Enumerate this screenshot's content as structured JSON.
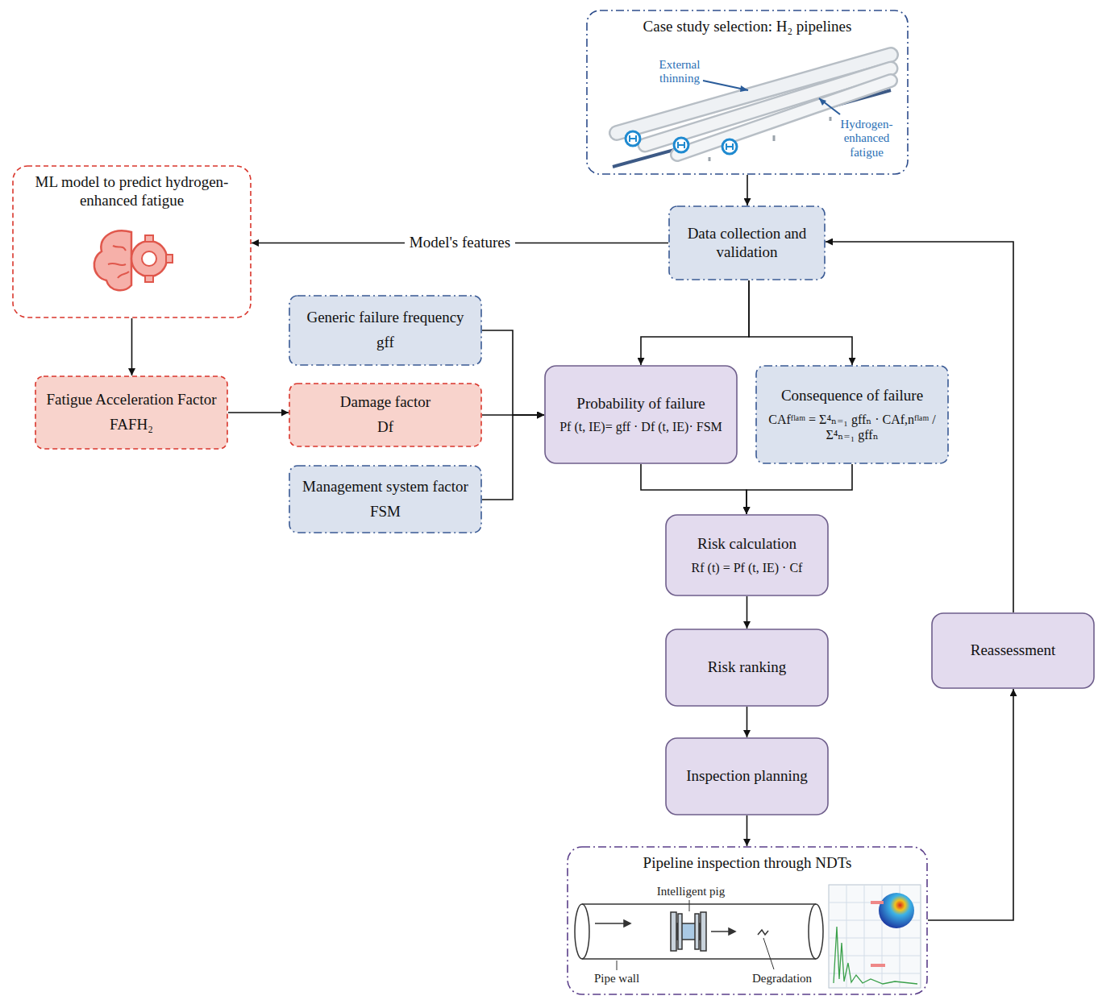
{
  "diagram": {
    "nodes": [
      {
        "text": [
          "Case study selection: H₂ pipelines"
        ]
      },
      {
        "text": [
          "ML model to predict hydrogen-enhanced fatigue"
        ]
      },
      {
        "text": [
          "Data collection and validation"
        ]
      },
      {
        "text": [
          "Generic failure frequency",
          "gff"
        ]
      },
      {
        "text": [
          "Fatigue Acceleration Factor",
          "FAFH₂"
        ]
      },
      {
        "text": [
          "Damage factor",
          "Df"
        ]
      },
      {
        "text": [
          "Probability of failure",
          "Pf (t, IE)= gff · Df (t, IE)· FSM"
        ]
      },
      {
        "text": [
          "Consequence of failure",
          "CAfᶠˡᵃᵐ = Σ⁴ₙ₌₁ gffₙ · CAf,nᶠˡᵃᵐ / Σ⁴ₙ₌₁ gffₙ"
        ]
      },
      {
        "text": [
          "Management system factor",
          "FSM"
        ]
      },
      {
        "text": [
          "Risk calculation",
          "Rf (t) = Pf (t, IE) · Cf"
        ]
      },
      {
        "text": [
          "Risk ranking"
        ]
      },
      {
        "text": [
          "Inspection planning"
        ]
      },
      {
        "text": [
          "Reassessment"
        ]
      },
      {
        "text": [
          "Pipeline inspection through NDTs"
        ]
      }
    ],
    "edges": [
      {
        "from": 0,
        "to": 2,
        "arrow": "to"
      },
      {
        "from": 2,
        "to": 1,
        "label": "Model's features",
        "arrow": "to"
      },
      {
        "from": 1,
        "to": 4,
        "arrow": "to"
      },
      {
        "from": 4,
        "to": 5,
        "arrow": "to"
      },
      {
        "from": 3,
        "to": 6,
        "arrow": "to"
      },
      {
        "from": 5,
        "to": 6,
        "arrow": "to"
      },
      {
        "from": 8,
        "to": 6,
        "arrow": "to"
      },
      {
        "from": 2,
        "to": 6,
        "arrow": "to"
      },
      {
        "from": 2,
        "to": 7,
        "arrow": "to"
      },
      {
        "from": 6,
        "to": 9,
        "arrow": "to"
      },
      {
        "from": 7,
        "to": 9,
        "arrow": "to"
      },
      {
        "from": 9,
        "to": 10,
        "arrow": "to"
      },
      {
        "from": 10,
        "to": 11,
        "arrow": "to"
      },
      {
        "from": 11,
        "to": 13,
        "arrow": "to"
      },
      {
        "from": 13,
        "to": 12,
        "arrow": "to"
      },
      {
        "from": 12,
        "to": 2,
        "arrow": "to"
      }
    ],
    "labels": [
      "External thinning",
      "Hydrogen-enhanced fatigue",
      "Intelligent pig",
      "Pipe wall",
      "Degradation"
    ]
  }
}
